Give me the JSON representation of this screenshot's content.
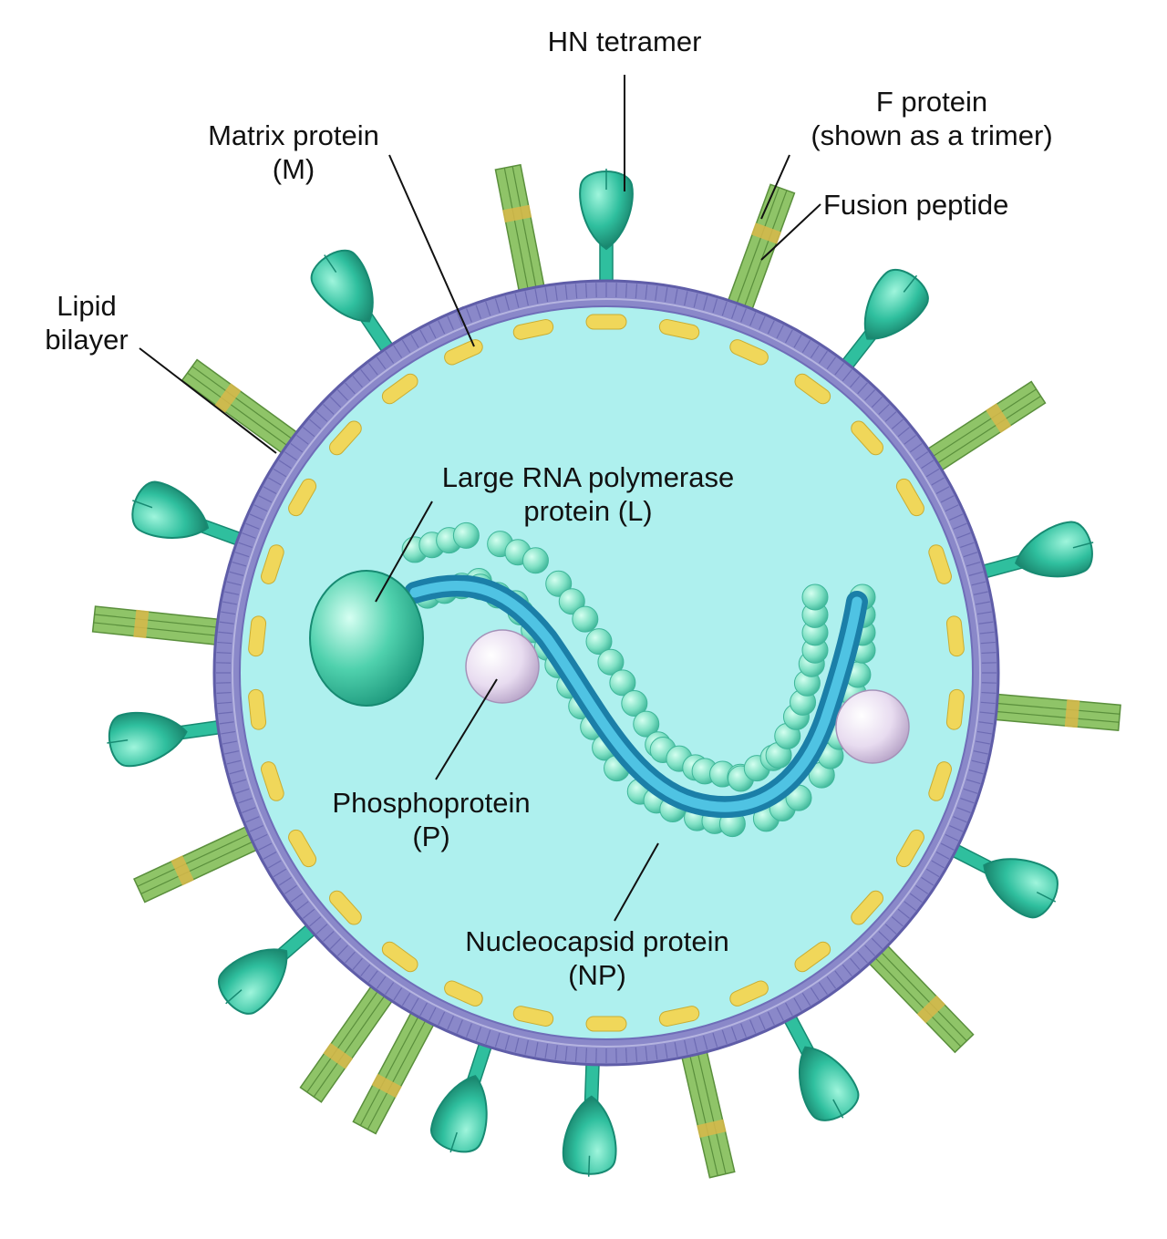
{
  "labels": {
    "hn_tetramer": "HN tetramer",
    "f_protein": {
      "line1": "F protein",
      "line2": "(shown as a trimer)"
    },
    "matrix_protein": {
      "line1": "Matrix protein",
      "line2": "(M)"
    },
    "fusion_peptide": "Fusion peptide",
    "lipid_bilayer": {
      "line1": "Lipid",
      "line2": "bilayer"
    },
    "large_rna_polymerase": {
      "line1": "Large RNA polymerase",
      "line2": "protein (L)"
    },
    "phosphoprotein": {
      "line1": "Phosphoprotein",
      "line2": "(P)"
    },
    "nucleocapsid_protein": {
      "line1": "Nucleocapsid protein",
      "line2": "(NP)"
    }
  },
  "colors": {
    "interior": "#aef0ee",
    "membrane": "#8a88c9",
    "membrane_dark": "#5f5da8",
    "matrix": "#f0d75a",
    "hn_spike": "#2fbf9e",
    "hn_spike_dark": "#178a72",
    "f_spike": "#8fc468",
    "f_spike_dark": "#5a8f3c",
    "fusion_band": "#d8b84a",
    "rna": "#2aa3c9",
    "np_bead": "#7fe0c4",
    "np_bead_edge": "#3fb79a",
    "l_protein": "#4fd1ad",
    "p_protein": "#e8dcf0"
  }
}
